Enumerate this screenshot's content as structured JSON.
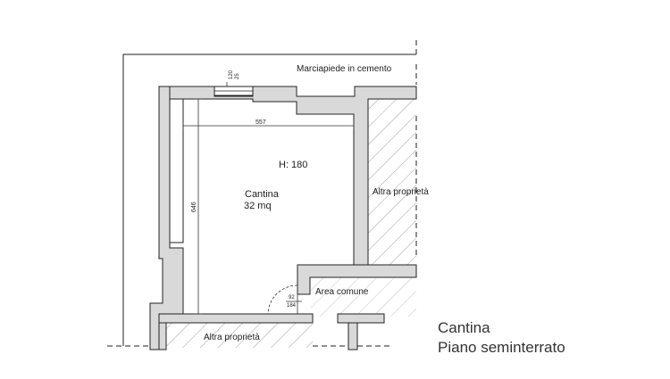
{
  "plan": {
    "labels": {
      "sidewalk": "Marciapiede in cemento",
      "window_dim_top": "120",
      "window_dim_bottom": "25",
      "width_dim": "557",
      "length_dim": "646",
      "height": "H: 180",
      "room_name": "Cantina",
      "room_area": "32 mq",
      "other_property_right": "Altra proprietà",
      "common_area": "Area comune",
      "door_dim_top": "92",
      "door_dim_bottom": "184",
      "other_property_bottom": "Altra proprietà"
    }
  },
  "caption": {
    "line1": "Cantina",
    "line2": "Piano seminterrato"
  }
}
